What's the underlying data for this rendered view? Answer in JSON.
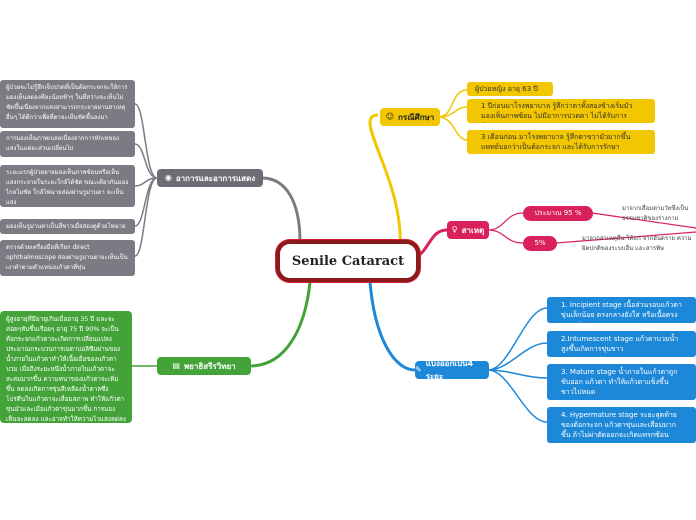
{
  "central": {
    "title": "Senile Cataract"
  },
  "branches": {
    "case": {
      "label": "กรณีศึกษา",
      "items": [
        "ผู้ป่วยหญิง อายุ 63 ปี",
        "1 ปีก่อนมาโรงพยาบาล รู้สึกว่าตาทั้งสองข้างเริ่มมัว มองเห็นภาพซ้อน ไม่มีอาการปวดตา ไม่ได้รับการรักษา",
        "3 เดือนก่อน มาโรงพยาบาล รู้สึกตาขวามัวมากขึ้น แพทย์บอกว่าเป็นต้อกระจก และได้รับการรักษา"
      ]
    },
    "cause": {
      "label": "สาเหตุ",
      "items": [
        {
          "pct": "ประมาณ 95 %",
          "text": "มาจากเสื่อมตามวัยซึ่งเป็นธรรมชาติของร่างกาย"
        },
        {
          "pct": "5%",
          "text": "มาจากสาเหตุอื่น ได้แก่ จากอันตราย ความผิดปกติของระบบอื่น และสารพิษ"
        }
      ]
    },
    "stages": {
      "label": "แบ่งออกเป็น4 ระยะ",
      "items": [
        "1. Incipient stage เนื้อส่วนรอบแก้วตาขุ่นเล็กน้อย ตรงกลางยังใส หรือเนื้อตรงกลางขุ่นขาว",
        "2.Intumescent stage แก้วตาบวมน้ำ สูงขึ้นเกิดการขุ่นขาว",
        "3. Mature stage น้ำภายในแก้วตาถูกขับออก แก้วตา ทำให้แก้วตาแข็งขึ้น ขาวไปหมด",
        "4. Hypermature stage ระยะสุดท้ายของต้อกระจก แก้วตาขุ่นและเสื่อมมากขึ้น ถ้าไม่ผ่าตัดออกจะเกิดแทรกซ้อน"
      ]
    },
    "symptoms": {
      "label": "อาการและอาการแสดง",
      "items": [
        "ผู้ป่วยจะไม่รู้สึกเจ็บปวดที่เป็นต้อกระจกจะให้การมองเห็นลดลงทีละน้อยช้าๆ ในที่สว่างจะเห็นไม่ชัดขึ้นเนื่องจากแสงสามารถกระจายผ่านสาเหตุอื่นๆ ได้ดีกว่าเพื่อที่ตาจะเห็นชัดขึ้นลงมา",
        "การมองเห็นภาพเบลอเนื่องจากการหักเหของแสงในแต่ละส่วนเปลี่ยนไป",
        "ระยะแรกผู้ป่วยอาจมองเห็นภาพซ้อนหรือเห็นแสงกระจายในระยะใกล้ได้ชัด ขณะเดียวกันมองไกลไม่ชัด ใกล้ไฟฉายส่องผ่านรูม่านตา จะเห็นแสง",
        "มองเห็นรูม่านตาเป็นสีขาวเมื่อส่องดูด้วยไฟฉาย",
        "ตรวจด้วยเครื่องมือที่เรียก direct ophthalmoscope ส่องผ่านรูม่านตาจะเห็นเป็นเงาดำตามตำแหน่งแก้วตาที่ขุ่น"
      ]
    },
    "patho": {
      "label": "พยาธิสรีรวิทยา",
      "text": "ผู้สูงอายุที่มีอายุเกินเมื่ออายุ 35 ปี และจะค่อยๆทับขึ้นเรื่อยๆ อายุ 75 ปี 90% จะเป็นต้อกระจกแก้วตาจะเกิดการเปลี่ยนแปลงประมาณกระบวนการเมตาบอลิซึมผ่านของน้ำภายในแก้วตาทำให้เนื้อเยื่อของแก้วตาบวม เมื่อถึงระยะหนึ่งน้ำภายในแก้วตาจะสะสมมากขึ้น ความหนาของแก้วตาจะเพิ่มขึ้น ลดลงเกิดการขุ่นสีเหลืองน้ำตาลซึ่งโปรตีนในแก้วตาจะเสื่อมสภาพ ทำให้แก้วตาขุ่นมัวและเมื่อแก้วตาขุ่นมากขึ้น การมองเห็นจะลดลง และอาจทำให้ความไวแสงลดลงจนไม่สามารถมองเห็นได้"
    }
  },
  "colors": {
    "central_border": "#8b1a1a",
    "case": "#f2c600",
    "cause": "#d9215b",
    "stages": "#1e88d8",
    "symptoms": "#6c6c74",
    "patho": "#43a339"
  },
  "icons": {
    "case": "smiley-icon",
    "cause": "person-icon",
    "stages": "pencil-icon",
    "symptoms": "eye-icon",
    "patho": "scroll-icon"
  }
}
